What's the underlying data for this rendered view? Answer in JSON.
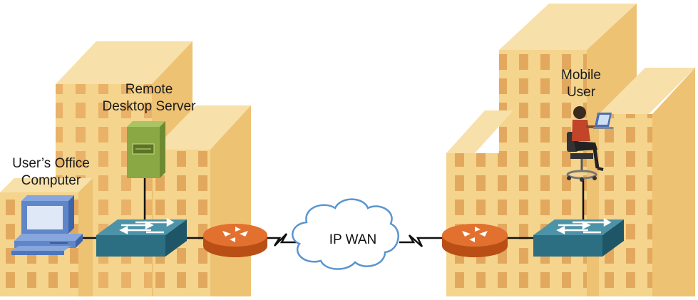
{
  "labels": {
    "server": [
      "Remote",
      "Desktop Server"
    ],
    "office_computer": [
      "User’s Office",
      "Computer"
    ],
    "mobile_user": [
      "Mobile",
      "User"
    ],
    "wan": "IP WAN"
  },
  "colors": {
    "building_front": "#f5d48d",
    "building_side": "#eec273",
    "building_top": "#f8e0aa",
    "window": "#e9b268",
    "switch_top": "#4d93a8",
    "switch_front": "#2c6e82",
    "router": "#e2702e",
    "server": "#8aa843",
    "computer": "#5f86c9",
    "cable": "#111111"
  },
  "icons": [
    "building",
    "server-icon",
    "computer-icon",
    "switch-icon",
    "router-icon",
    "cloud-icon",
    "person-icon"
  ]
}
